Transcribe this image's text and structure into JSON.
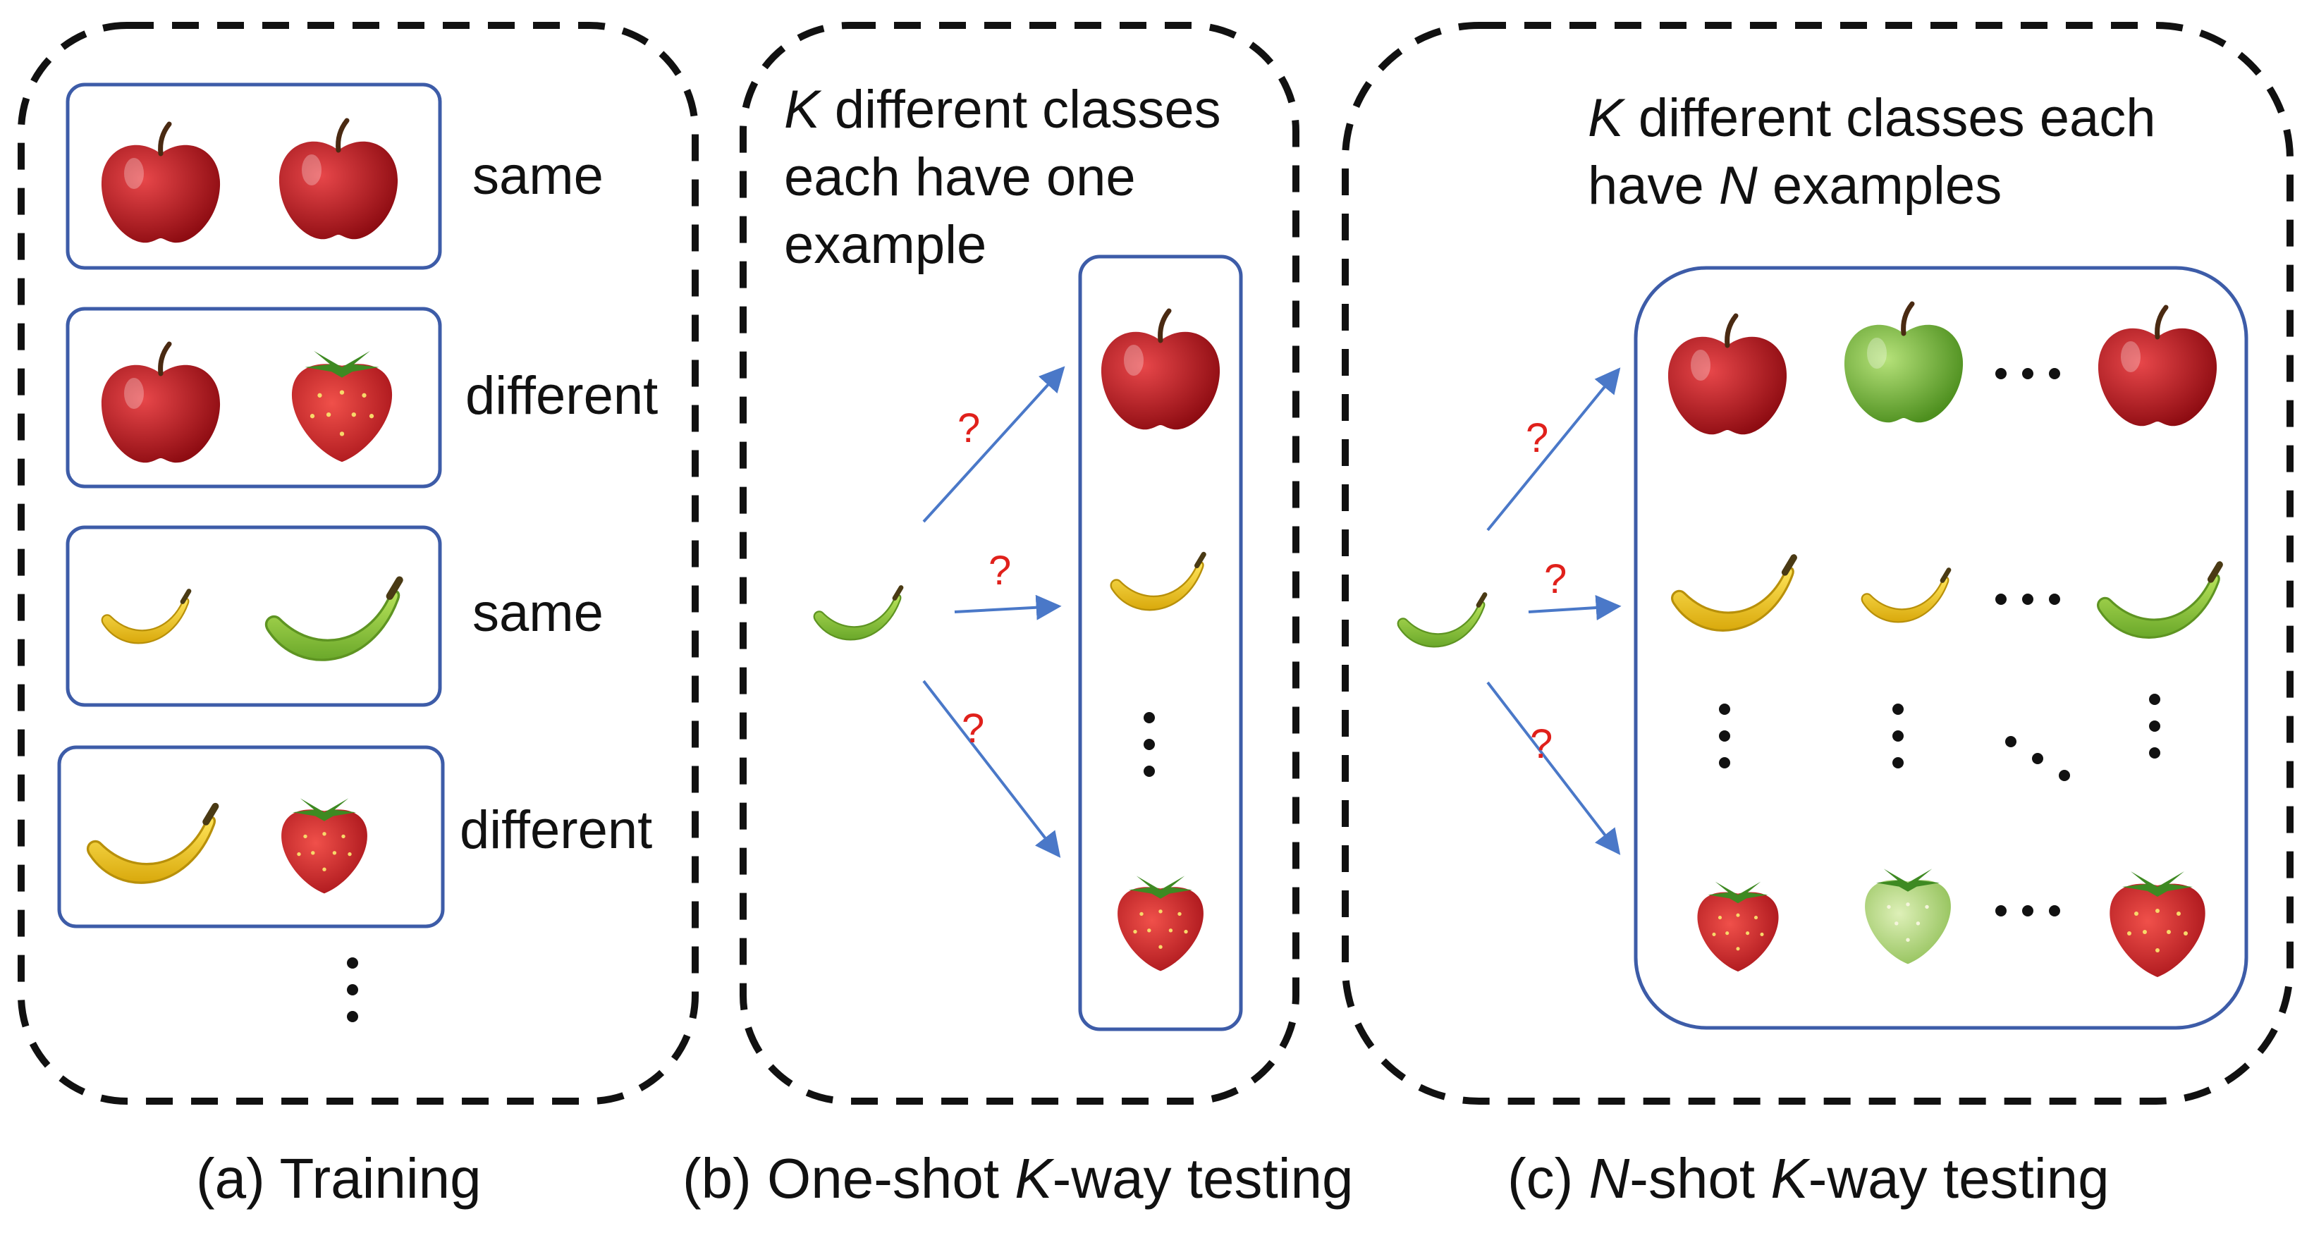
{
  "panel_a": {
    "rows": [
      {
        "left": "apple",
        "right": "apple",
        "label": "same"
      },
      {
        "left": "apple",
        "right": "strawberry",
        "label": "different"
      },
      {
        "left": "banana",
        "right": "green-banana",
        "label": "same"
      },
      {
        "left": "banana",
        "right": "strawberry",
        "label": "different"
      }
    ],
    "caption": "(a) Training"
  },
  "panel_b": {
    "description": {
      "k": "K",
      "rest1": " different classes",
      "line2": "each have one",
      "line3": "example"
    },
    "query": "green-banana",
    "support": [
      "apple",
      "banana",
      "strawberry"
    ],
    "question_marks": [
      "?",
      "?",
      "?"
    ],
    "caption": {
      "pre": "(b) One-shot ",
      "k": "K",
      "post": "-way testing"
    }
  },
  "panel_c": {
    "description": {
      "k": "K",
      "rest1": " different classes each",
      "line2_pre": "have ",
      "n": "N",
      "line2_post": " examples"
    },
    "query": "green-banana",
    "grid": [
      [
        "apple",
        "green-apple",
        "apple"
      ],
      [
        "banana",
        "banana",
        "green-banana"
      ],
      [
        "strawberry",
        "green-strawberry",
        "strawberry"
      ]
    ],
    "question_marks": [
      "?",
      "?",
      "?"
    ],
    "caption": {
      "pre": "(c) ",
      "n": "N",
      "mid": "-shot ",
      "k": "K",
      "post": "-way testing"
    }
  },
  "colors": {
    "frame": "#3d5ca8",
    "arrow": "#4a78c8",
    "question": "#e0201b",
    "apple": "#b5131a",
    "banana": "#f2cf1d",
    "green-banana": "#8cc83c",
    "strawberry": "#d62a25",
    "green-apple": "#78b83a",
    "green-strawberry": "#b9d98a"
  }
}
